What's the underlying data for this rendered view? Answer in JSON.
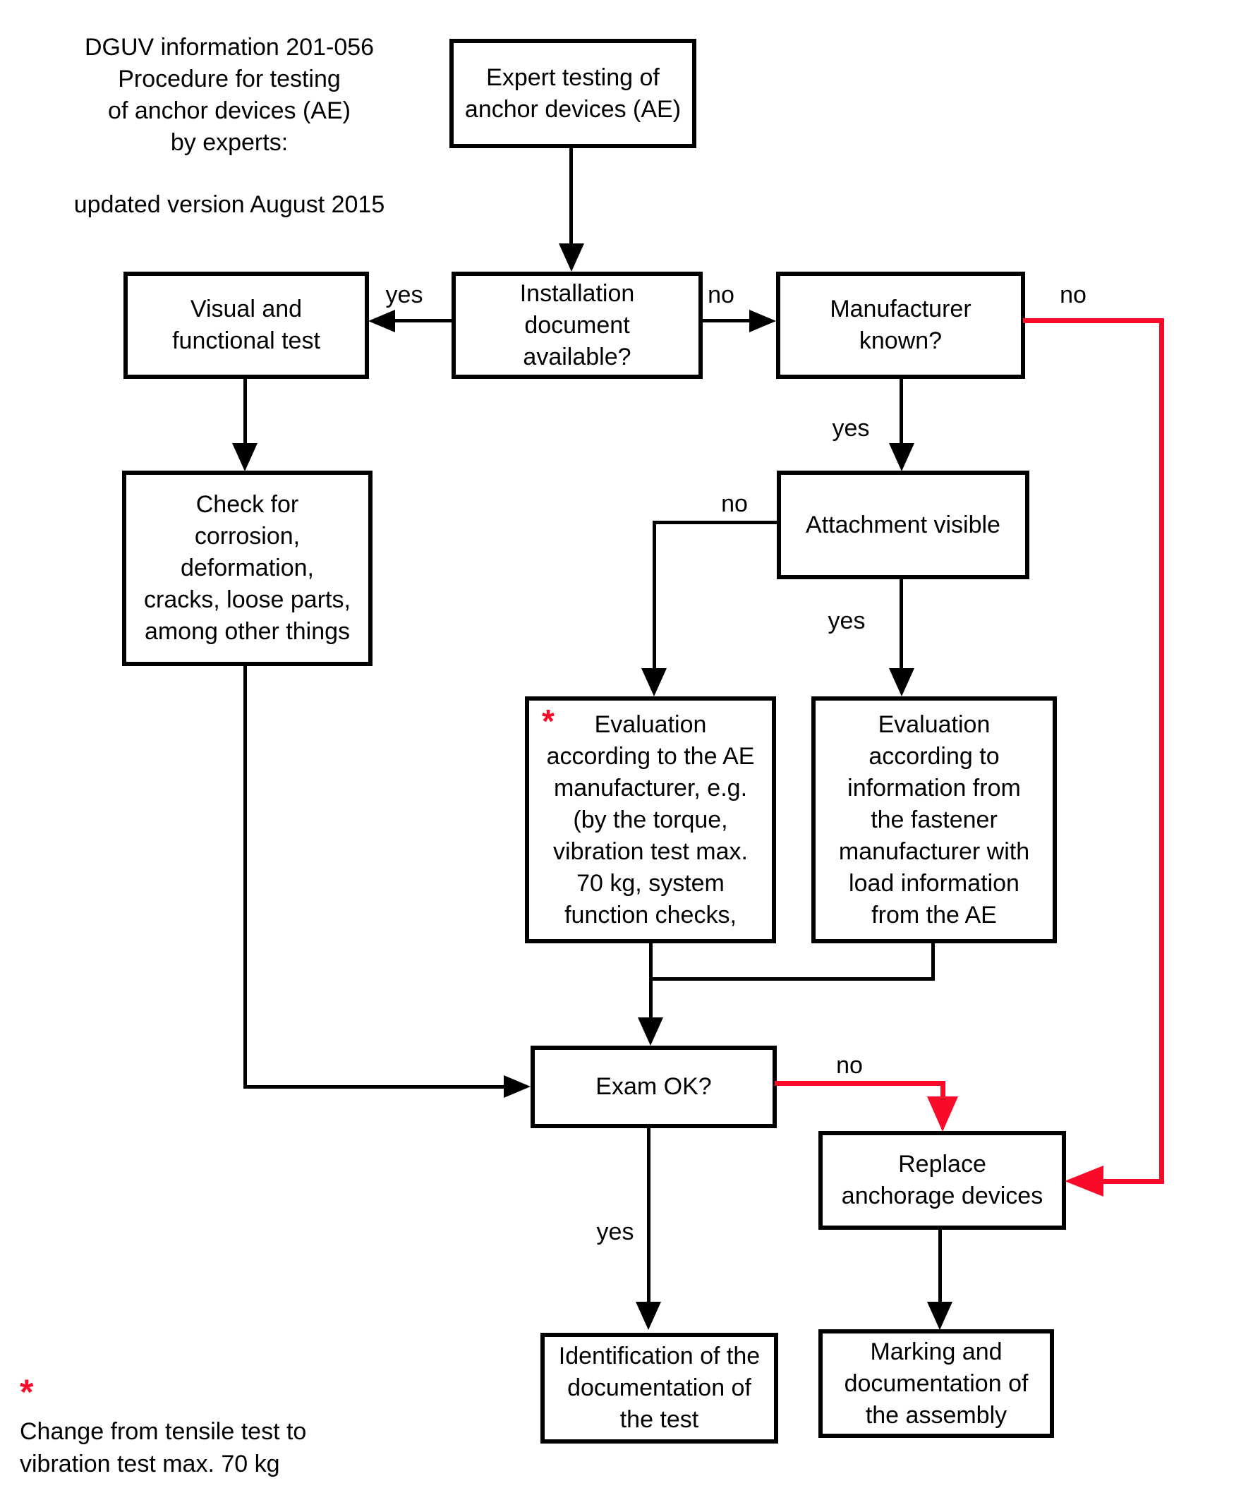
{
  "title": {
    "text": "DGUV information 201-056\nProcedure for testing\nof anchor devices (AE)\nby experts:",
    "subtitle": "updated version August 2015"
  },
  "nodes": {
    "expert": "Expert testing of\nanchor devices (AE)",
    "visual": "Visual and\nfunctional test",
    "installation": "Installation\ndocument\navailable?",
    "manufacturer": "Manufacturer\nknown?",
    "check": "Check for\ncorrosion,\ndeformation,\ncracks, loose parts,\namong other things",
    "attachment": "Attachment visible",
    "eval_manufacturer": {
      "asterisk": "*",
      "text": "Evaluation\naccording to the AE\nmanufacturer, e.g.\n(by the torque,\nvibration test max.\n70 kg, system\nfunction checks,"
    },
    "eval_fastener": "Evaluation\naccording to\ninformation from\nthe fastener\nmanufacturer with\nload information\nfrom the AE",
    "exam": "Exam OK?",
    "replace": "Replace\nanchorage devices",
    "identification": "Identification of the\ndocumentation of\nthe test",
    "marking": "Marking and\ndocumentation of\nthe assembly"
  },
  "labels": {
    "installation_yes": "yes",
    "installation_no": "no",
    "manufacturer_no": "no",
    "manufacturer_yes": "yes",
    "attachment_no": "no",
    "attachment_yes": "yes",
    "exam_no": "no",
    "exam_yes": "yes"
  },
  "footnote": {
    "asterisk": "*",
    "text": "Change from tensile test to\nvibration test max. 70 kg"
  },
  "colors": {
    "line": "#000000",
    "highlight": "#f80a28",
    "background": "#ffffff"
  }
}
